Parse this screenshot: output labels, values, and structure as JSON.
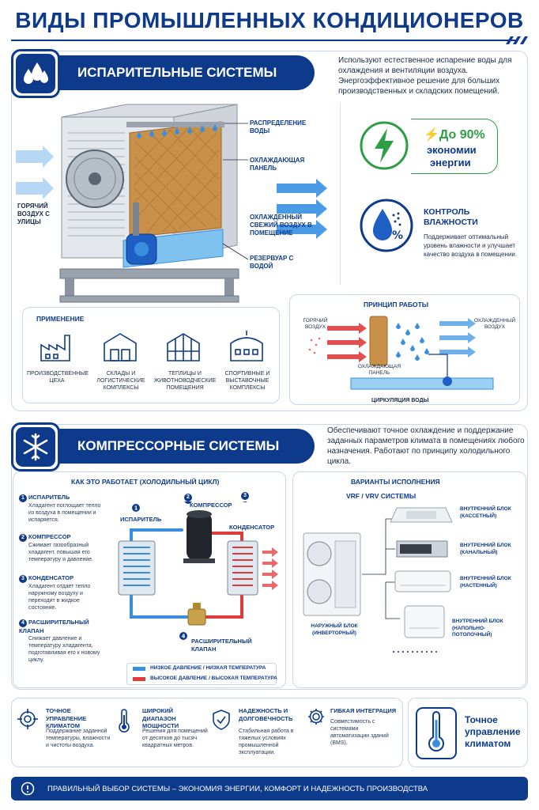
{
  "header": {
    "title": "ВИДЫ ПРОМЫШЛЕННЫХ КОНДИЦИОНЕРОВ"
  },
  "evap": {
    "title": "ИСПАРИТЕЛЬНЫЕ СИСТЕМЫ",
    "icon": "water-drops-icon",
    "description": "Используют естественное испарение воды для охлаждения и вентиляции воздуха. Энергоэффективное решение для больших производственных и складских помещений.",
    "labels": {
      "distribution": "РАСПРЕДЕЛЕНИЕ ВОДЫ",
      "panel": "ОХЛАЖДАЮЩАЯ ПАНЕЛЬ",
      "hot_air": "ГОРЯЧИЙ ВОЗДУХ С УЛИЦЫ",
      "cool_air": "ОХЛАЖДЕННЫЙ СВЕЖИЙ ВОЗДУХ В ПОМЕЩЕНИЕ",
      "reservoir": "РЕЗЕРВУАР С ВОДОЙ"
    },
    "savings": {
      "percent": "До 90%",
      "line1": "экономии",
      "line2": "энергии"
    },
    "humidity": {
      "title": "КОНТРОЛЬ ВЛАЖНОСТИ",
      "text": "Поддерживает оптимальный уровень влажности и улучшает качество воздуха в помещении."
    },
    "application": {
      "title": "ПРИМЕНЕНИЕ",
      "items": [
        {
          "label": "ПРОИЗВОДСТВЕННЫЕ ЦЕХА",
          "icon": "factory-icon"
        },
        {
          "label": "СКЛАДЫ И ЛОГИСТИЧЕСКИЕ КОМПЛЕКСЫ",
          "icon": "warehouse-icon"
        },
        {
          "label": "ТЕПЛИЦЫ И ЖИВОТНОВОДЧЕСКИЕ ПОМЕЩЕНИЯ",
          "icon": "greenhouse-icon"
        },
        {
          "label": "СПОРТИВНЫЕ И ВЫСТАВОЧНЫЕ КОМПЛЕКСЫ",
          "icon": "stadium-icon"
        }
      ]
    },
    "principle": {
      "title": "ПРИНЦИП РАБОТЫ",
      "hot": "ГОРЯЧИЙ ВОЗДУХ",
      "cool": "ОХЛАЖДЕННЫЙ ВОЗДУХ",
      "panel": "ОХЛАЖДАЮЩАЯ ПАНЕЛЬ",
      "circulation": "ЦИРКУЛЯЦИЯ ВОДЫ"
    }
  },
  "comp": {
    "title": "КОМПРЕССОРНЫЕ СИСТЕМЫ",
    "icon": "snowflake-icon",
    "description": "Обеспечивают точное охлаждение и поддержание заданных параметров климата в помещениях любого назначения. Работают по принципу холодильного цикла.",
    "cycle": {
      "title": "КАК ЭТО РАБОТАЕТ (ХОЛОДИЛЬНЫЙ ЦИКЛ)",
      "steps": [
        {
          "num": "1",
          "title": "ИСПАРИТЕЛЬ",
          "text": "Хладагент поглощает тепло из воздуха в помещении и испаряется."
        },
        {
          "num": "2",
          "title": "КОМПРЕССОР",
          "text": "Сжимает газообразный хладагент, повышая его температуру и давление."
        },
        {
          "num": "3",
          "title": "КОНДЕНСАТОР",
          "text": "Хладагент отдает тепло наружному воздуху и переходит в жидкое состояние."
        },
        {
          "num": "4",
          "title": "РАСШИРИТЕЛЬНЫЙ КЛАПАН",
          "text": "Снижает давление и температуру хладагента, подготавливая его к новому циклу."
        }
      ],
      "diagram": {
        "evaporator": "ИСПАРИТЕЛЬ",
        "compressor": "КОМПРЕССОР",
        "condenser": "КОНДЕНСАТОР",
        "valve": "РАСШИРИТЕЛЬНЫЙ КЛАПАН"
      },
      "legend": {
        "low": "НИЗКОЕ ДАВЛЕНИЕ / НИЗКАЯ ТЕМПЕРАТУРА",
        "high": "ВЫСОКОЕ ДАВЛЕНИЕ / ВЫСОКАЯ ТЕМПЕРАТУРА",
        "low_color": "#3a8ee0",
        "high_color": "#e03a3a"
      }
    },
    "variants": {
      "title": "ВАРИАНТЫ ИСПОЛНЕНИЯ",
      "subtitle": "VRF / VRV СИСТЕМЫ",
      "outdoor": "НАРУЖНЫЙ БЛОК (ИНВЕРТОРНЫЙ)",
      "units": [
        {
          "label": "ВНУТРЕННИЙ БЛОК (КАССЕТНЫЙ)"
        },
        {
          "label": "ВНУТРЕННИЙ БЛОК (КАНАЛЬНЫЙ)"
        },
        {
          "label": "ВНУТРЕННИЙ БЛОК (НАСТЕННЫЙ)"
        },
        {
          "label": "ВНУТРЕННИЙ БЛОК (НАПОЛЬНО-ПОТОЛОЧНЫЙ)"
        }
      ]
    }
  },
  "features": {
    "items": [
      {
        "title": "ТОЧНОЕ УПРАВЛЕНИЕ КЛИМАТОМ",
        "text": "Поддержание заданной температуры, влажности и чистоты воздуха.",
        "icon": "target-icon"
      },
      {
        "title": "ШИРОКИЙ ДИАПАЗОН МОЩНОСТИ",
        "text": "Решения для помещений от десятков до тысяч квадратных метров.",
        "icon": "thermometer-icon"
      },
      {
        "title": "НАДЕЖНОСТЬ И ДОЛГОВЕЧНОСТЬ",
        "text": "Стабильная работа в тяжелых условиях промышленной эксплуатации.",
        "icon": "shield-check-icon"
      },
      {
        "title": "ГИБКАЯ ИНТЕГРАЦИЯ",
        "text": "Совместимость с системами автоматизации зданий (BMS).",
        "icon": "gear-icon"
      }
    ],
    "side": {
      "line1": "Точное",
      "line2": "управление",
      "line3": "климатом"
    }
  },
  "footer": {
    "text": "ПРАВИЛЬНЫЙ ВЫБОР СИСТЕМЫ – ЭКОНОМИЯ ЭНЕРГИИ, КОМФОРТ И НАДЕЖНОСТЬ ПРОИЗВОДСТВА"
  }
}
